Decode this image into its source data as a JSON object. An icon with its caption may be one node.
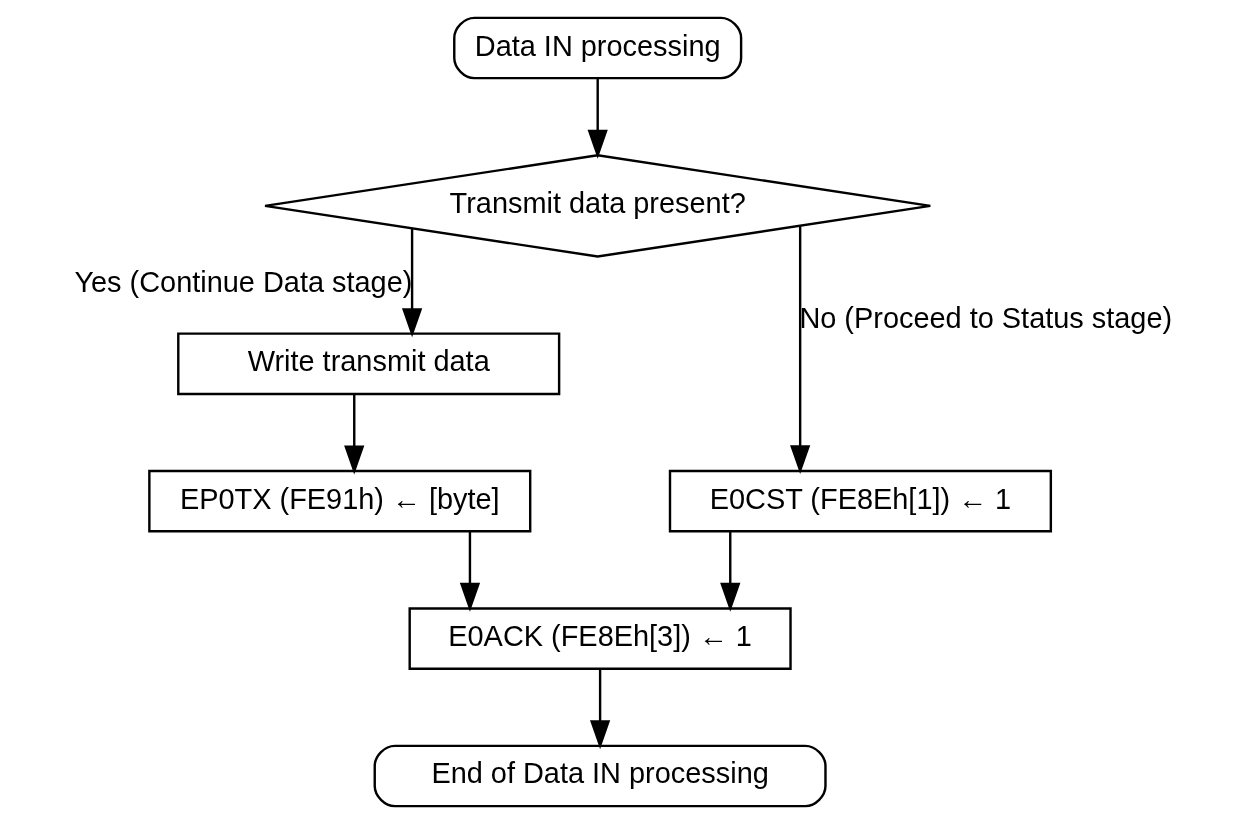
{
  "diagram": {
    "nodes": [
      {
        "text": [
          "Data IN processing"
        ]
      },
      {
        "text": [
          "Transmit data present?"
        ]
      },
      {
        "text": [
          "Write transmit data"
        ]
      },
      {
        "text": [
          "E0CST (FE8Eh[1]) ← 1"
        ]
      },
      {
        "text": [
          "EP0TX (FE91h) ← [byte]"
        ]
      },
      {
        "text": [
          "E0ACK (FE8Eh[3]) ← 1"
        ]
      },
      {
        "text": [
          "End of Data IN processing"
        ]
      }
    ],
    "edges": [
      {
        "from": 0,
        "to": 1,
        "arrow": "to"
      },
      {
        "from": 1,
        "to": 3,
        "arrow": "to",
        "label": "No (Proceed to Status stage)"
      },
      {
        "from": 1,
        "to": 2,
        "arrow": "to",
        "label": "Yes (Continue Data stage)"
      },
      {
        "from": 2,
        "to": 4,
        "arrow": "to"
      },
      {
        "from": 3,
        "to": 5,
        "arrow": "to"
      },
      {
        "from": 4,
        "to": 5,
        "arrow": "to"
      },
      {
        "from": 5,
        "to": 6,
        "arrow": "to"
      }
    ]
  }
}
